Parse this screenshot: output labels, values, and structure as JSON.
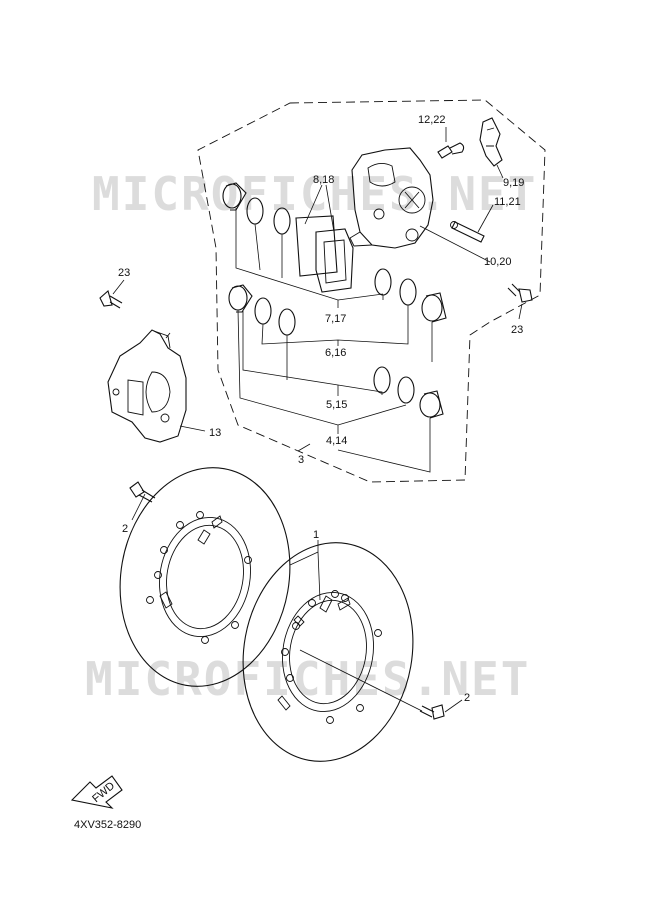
{
  "watermark": {
    "text": "MICROFICHES.NET",
    "color": "#dcdcdc"
  },
  "callouts": {
    "c1": "1",
    "c2a": "2",
    "c2b": "2",
    "c3": "3",
    "c4_14": "4,14",
    "c5_15": "5,15",
    "c6_16": "6,16",
    "c7_17": "7,17",
    "c8_18": "8,18",
    "c9_19": "9,19",
    "c10_20": "10,20",
    "c11_21": "11,21",
    "c12_22": "12,22",
    "c13": "13",
    "c23a": "23",
    "c23b": "23"
  },
  "fwd_label": "FWD",
  "diagram_code": "4XV352-8290",
  "line_color": "#111111"
}
